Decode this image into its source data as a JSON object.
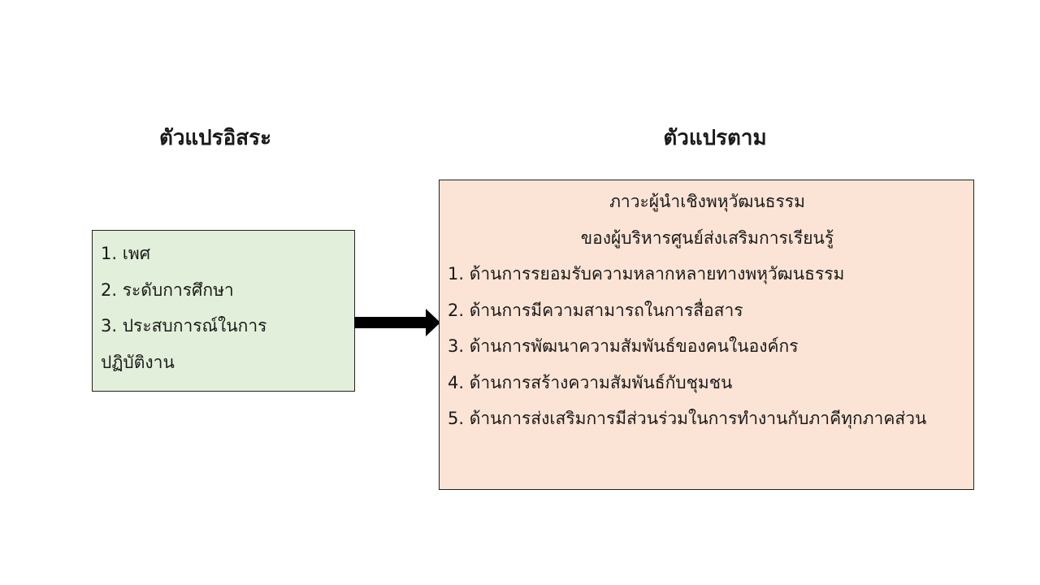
{
  "diagram": {
    "independent": {
      "heading": "ตัวแปรอิสระ",
      "items": [
        "1. เพศ",
        "2. ระดับการศึกษา",
        "3. ประสบการณ์ในการ",
        "ปฏิบัติงาน"
      ],
      "fill_color": "#e2efda"
    },
    "dependent": {
      "heading": "ตัวแปรตาม",
      "title_lines": [
        "ภาวะผู้นำเชิงพหุวัฒนธรรม",
        "ของผู้บริหารศูนย์ส่งเสริมการเรียนรู้"
      ],
      "items": [
        "1. ด้านการรยอมรับความหลากหลายทางพหุวัฒนธรรม",
        "2. ด้านการมีความสามารถในการสื่อสาร",
        "3. ด้านการพัฒนาความสัมพันธ์ของคนในองค์กร",
        "4. ด้านการสร้างความสัมพันธ์กับชุมชน",
        "5. ด้านการส่งเสริมการมีส่วนร่วมในการทำงานกับภาคีทุกภาคส่วน"
      ],
      "fill_color": "#fbe4d5"
    },
    "connector": {
      "icon": "right-arrow-icon",
      "color": "#000000"
    }
  }
}
